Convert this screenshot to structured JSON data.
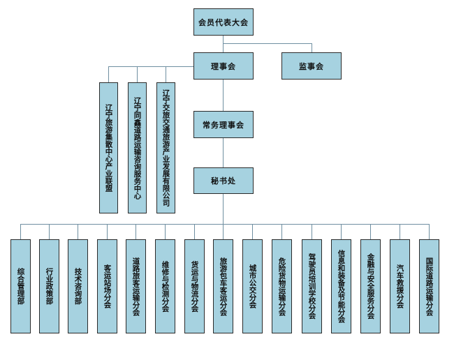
{
  "top": {
    "assembly": "会员代表大会",
    "council": "理事会",
    "supervisory": "监事会",
    "standing_council": "常务理事会",
    "secretariat": "秘书处"
  },
  "affiliates": [
    "辽宁旅游集散中心产业联盟",
    "辽宁同鑫道路运输咨询服务中心",
    "辽宁交旅交通旅游产业发展有限公司"
  ],
  "departments": [
    "综合管理部",
    "行业政策部",
    "技术咨询部",
    "客运站场分会",
    "道路旅客运输分会",
    "维修与检测分会",
    "货运与物流分会",
    "旅游包车客运分会",
    "城市公交分会",
    "危险货物运输分会",
    "驾驶员培训学校分会",
    "信息和装备及节能分会",
    "金融与安全服务分会",
    "汽车救援分会",
    "国际道路运输分会"
  ]
}
